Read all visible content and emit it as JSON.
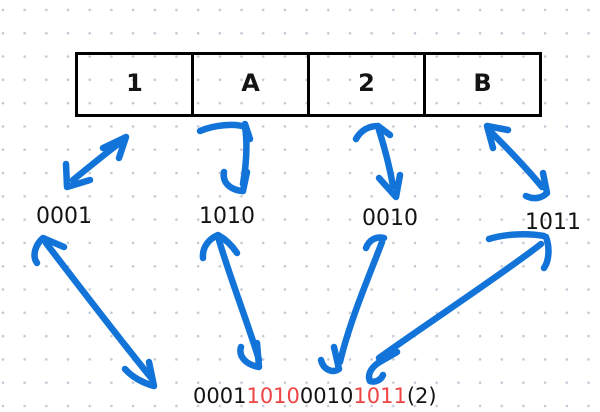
{
  "colors": {
    "background": "#ffffff",
    "dot_grid": "#c5cad7",
    "table_border": "#000000",
    "text_black": "#141414",
    "binary_red": "#ee4444",
    "arrow_blue": "#1273d8"
  },
  "hex_table": {
    "cells": [
      {
        "label": "1"
      },
      {
        "label": "A"
      },
      {
        "label": "2"
      },
      {
        "label": "B"
      }
    ]
  },
  "binary_labels": [
    {
      "text": "0001"
    },
    {
      "text": "1010"
    },
    {
      "text": "0010"
    },
    {
      "text": "1011"
    }
  ],
  "result": {
    "full_text": "0001101000101011(2)",
    "segments": [
      {
        "text": "0001",
        "cls": "seg-black"
      },
      {
        "text": "1010",
        "cls": "seg-red"
      },
      {
        "text": "0010",
        "cls": "seg-black"
      },
      {
        "text": "1011",
        "cls": "seg-red"
      },
      {
        "text": "(2)",
        "cls": "seg-black"
      }
    ]
  },
  "arrows": [
    {
      "name": "hex-1-to-binary-0001",
      "type": "double-headed"
    },
    {
      "name": "hex-A-to-binary-1010",
      "type": "double-headed"
    },
    {
      "name": "hex-2-to-binary-0010",
      "type": "double-headed"
    },
    {
      "name": "hex-B-to-binary-1011",
      "type": "double-headed"
    },
    {
      "name": "binary-0001-to-result",
      "type": "double-headed"
    },
    {
      "name": "binary-1010-to-result",
      "type": "double-headed"
    },
    {
      "name": "binary-0010-to-result",
      "type": "double-headed"
    },
    {
      "name": "binary-1011-to-result",
      "type": "double-headed"
    }
  ]
}
